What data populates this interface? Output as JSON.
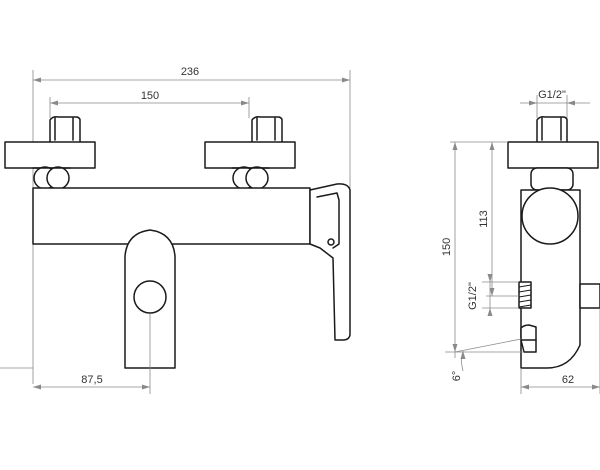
{
  "front_view": {
    "overall_width": "236",
    "inlet_spacing": "150",
    "outlet_offset": "87,5"
  },
  "side_view": {
    "inlet_thread": "G1/2\"",
    "height": "150",
    "outlet_height": "113",
    "outlet_thread": "G1/2\"",
    "outlet_angle": "6°",
    "depth": "62"
  }
}
